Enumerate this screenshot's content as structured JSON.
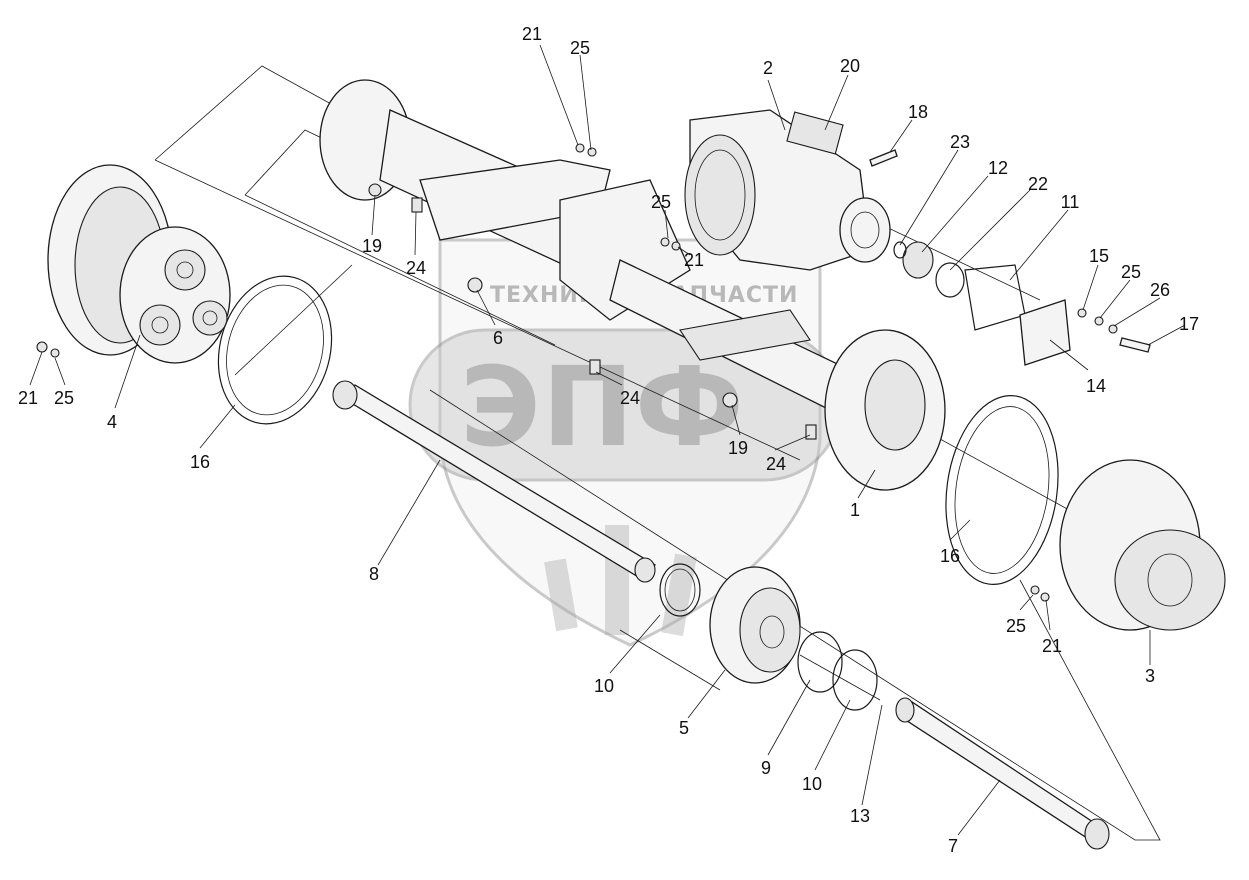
{
  "watermark": {
    "logo": "ЭПФ",
    "text_left": "ТЕХНИКА",
    "text_right": "ЗАПЧАСТИ"
  },
  "callouts": {
    "c21_top": "21",
    "c25_top": "25",
    "c2": "2",
    "c20": "20",
    "c18": "18",
    "c23": "23",
    "c12": "12",
    "c22": "22",
    "c11": "11",
    "c25_mid": "25",
    "c21_mid": "21",
    "c19_top": "19",
    "c24_top": "24",
    "c6": "6",
    "c24_mid": "24",
    "c19_mid": "19",
    "c24_low": "24",
    "c15": "15",
    "c25_right": "25",
    "c26": "26",
    "c17": "17",
    "c14": "14",
    "c21_left": "21",
    "c25_left": "25",
    "c4": "4",
    "c16_left": "16",
    "c8": "8",
    "c1": "1",
    "c16_right": "16",
    "c10_left": "10",
    "c25_low": "25",
    "c21_low": "21",
    "c3": "3",
    "c5": "5",
    "c9": "9",
    "c10_right": "10",
    "c13": "13",
    "c7": "7"
  }
}
